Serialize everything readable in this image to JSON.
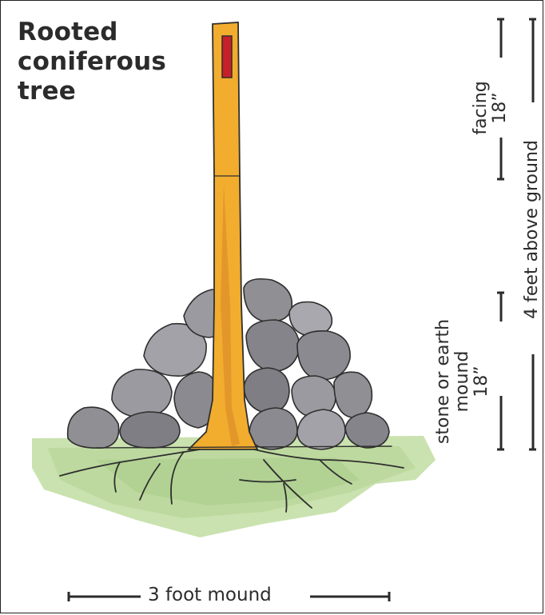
{
  "title_lines": [
    "Rooted",
    "coniferous",
    "tree"
  ],
  "dimensions": {
    "facing": {
      "label": "facing",
      "value": "18”"
    },
    "mound": {
      "label_line1": "stone or earth",
      "label_line2": "mound",
      "value": "18”"
    },
    "total_height": "4 feet above ground",
    "width": "3 foot mound"
  },
  "colors": {
    "trunk": "#f2ad2e",
    "trunk_shade": "#d9892a",
    "marker": "#c8202a",
    "stone": "#8f8f94",
    "stone_dark": "#5d5d62",
    "ground": "#9fc777",
    "ink": "#2b2b2b"
  }
}
